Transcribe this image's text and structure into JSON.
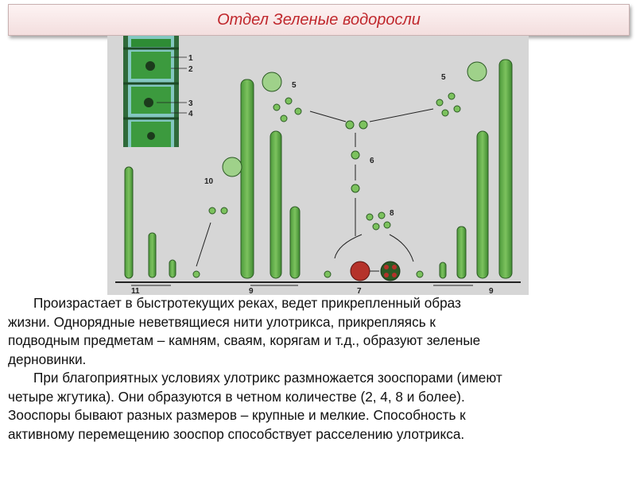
{
  "title": "Отдел Зеленые водоросли",
  "figure": {
    "labels": {
      "l1": "1",
      "l2": "2",
      "l3": "3",
      "l4": "4",
      "l5a": "5",
      "l5b": "5",
      "l6": "6",
      "l7": "7",
      "l8": "8",
      "l9a": "9",
      "l9b": "9",
      "l10": "10",
      "l11": "11"
    }
  },
  "text": {
    "lines": [
      "Произрастает в быстротекущих реках, ведет прикрепленный образ",
      "жизни. Однорядные неветвящиеся нити улотрикса, прикрепляясь к",
      "подводным предметам – камням, сваям, корягам и т.д., образуют зеленые",
      "дерновинки.",
      "При благоприятных условиях улотрикс размножается зооспорами (имеют",
      "четыре жгутика). Они образуются в четном количестве (2, 4, 8 и более).",
      "Зооспоры бывают разных размеров – крупные и мелкие. Способность к",
      "активному перемещению зооспор способствует расселению улотрикса."
    ]
  }
}
